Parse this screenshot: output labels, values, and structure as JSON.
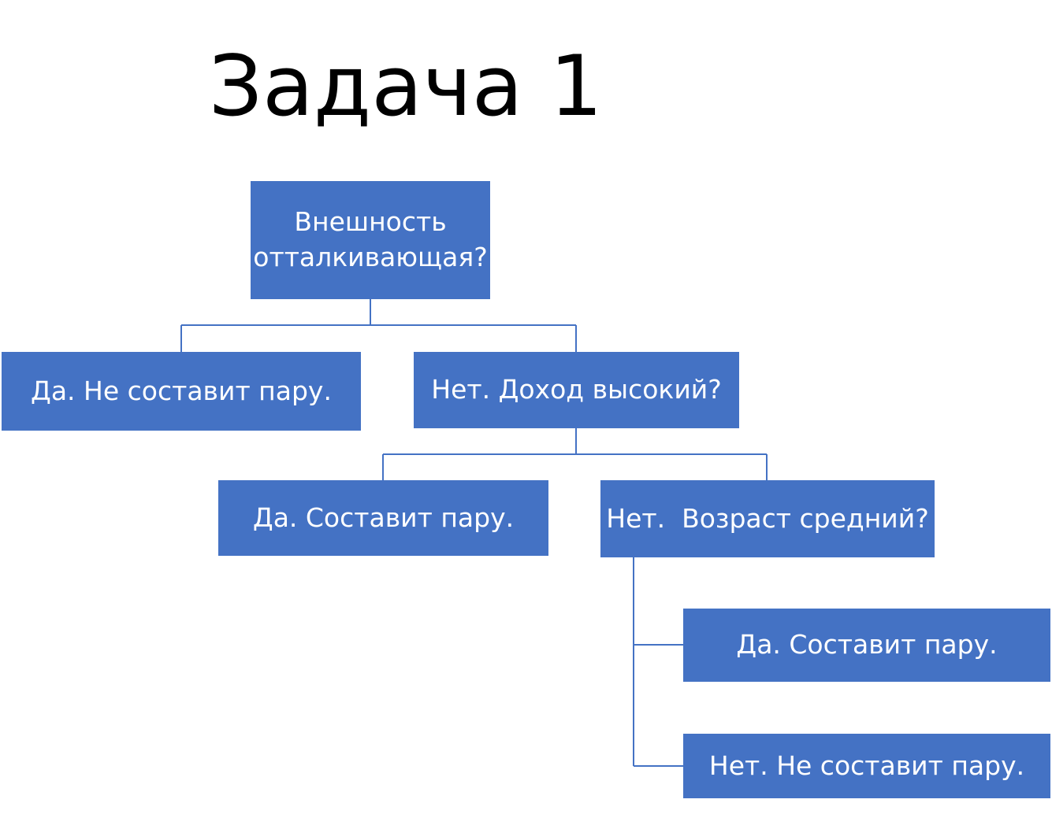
{
  "title": "Задача 1",
  "colors": {
    "node_fill": "#4472c4",
    "node_text": "#ffffff",
    "connector": "#4472c4"
  },
  "tree": {
    "root": "Внешность отталкивающая?",
    "level1_yes": "Да. Не составит пару.",
    "level1_no": "Нет. Доход высокий?",
    "level2_yes": "Да. Составит пару.",
    "level2_no": "Нет.  Возраст средний?",
    "level3_yes": "Да. Составит пару.",
    "level3_no": "Нет. Не составит пару."
  }
}
